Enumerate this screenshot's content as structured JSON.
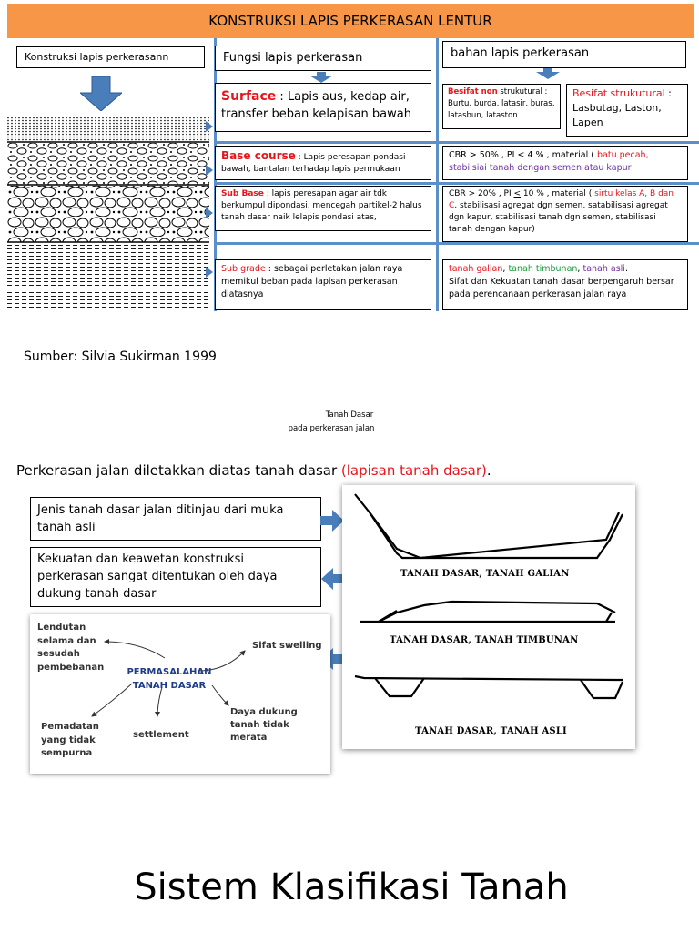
{
  "header": {
    "title": "KONSTRUKSI  LAPIS PERKERASAN LENTUR"
  },
  "columns": {
    "col1": "Konstruksi lapis perkerasann",
    "col2": "Fungsi lapis perkerasan",
    "col3": "bahan lapis perkerasan"
  },
  "surface": {
    "term": "Surface",
    "desc": " : Lapis aus, kedap air, transfer beban kelapisan bawah",
    "nonstruct_term": "Besifat non",
    "nonstruct_rest": " strukutural : Burtu, burda, latasir, buras, latasbun, lataston",
    "struct_term": "Besifat strukutural",
    "struct_rest": " : Lasbutag, Laston, Lapen"
  },
  "base": {
    "term": "Base course",
    "desc": " : Lapis peresapan pondasi bawah,  bantalan terhadap  lapis permukaan",
    "mat_black": "CBR > 50% , PI < 4 % ,  material ( ",
    "mat_red": "batu pecah,",
    "mat_purple": "stabilsiai tanah dengan semen atau kapur"
  },
  "subbase": {
    "term": "Sub Base",
    "desc": "  :  lapis peresapan agar air tdk berkumpul dipondasi, mencegah partikel-2 halus tanah  dasar naik lelapis pondasi atas,",
    "mat_a": "CBR > 20% , PI ",
    "mat_le": "<",
    "mat_b": " 10 % ,  material ( ",
    "mat_red": "sirtu kelas A, B dan C",
    "mat_rest": ",  stabilisasi  agregat dgn semen, satabilisasi agregat dgn kapur, stabilisasi tanah dgn semen, stabilisasi tanah dengan kapur)"
  },
  "subgrade": {
    "term": "Sub grade",
    "desc": " : sebagai perletakan jalan raya memikul beban pada lapisan perkerasan diatasnya",
    "mat_red": "tanah galian",
    "mat_sep1": ", ",
    "mat_green": "tanah timbunan",
    "mat_sep2": ", ",
    "mat_purple": "tanah  asli",
    "mat_dot": ".",
    "mat_rest": "Sifat dan Kekuatan tanah dasar berpengaruh bersar  pada perencanaan perkerasan  jalan raya"
  },
  "source": "Sumber: Silvia Sukirman 1999",
  "caption": {
    "line1": "Tanah Dasar",
    "line2": "pada perkerasan jalan"
  },
  "intro": {
    "text": "Perkerasan jalan diletakkan diatas tanah dasar ",
    "highlight": "(lapisan tanah dasar)",
    "end": "."
  },
  "info_boxes": {
    "box1": "Jenis tanah dasar jalan ditinjau dari muka tanah asli",
    "box2": "Kekuatan dan keawetan konstruksi perkerasan sangat ditentukan oleh daya dukung tanah dasar"
  },
  "mindmap": {
    "center_line1": "PERMASALAHAN",
    "center_line2": "TANAH DASAR",
    "n1": "Lendutan selama dan sesudah pembebanan",
    "n2": "Sifat swelling",
    "n3": "Daya dukung tanah tidak merata",
    "n4": "settlement",
    "n5": "Pemadatan yang tidak sempurna"
  },
  "cross_sections": {
    "galian": "TANAH DASAR, TANAH GALIAN",
    "timbunan": "TANAH DASAR, TANAH TIMBUNAN",
    "asli": "TANAH DASAR, TANAH ASLI"
  },
  "footer_title": "Sistem Klasifikasi Tanah",
  "colors": {
    "header_bg": "#f79646",
    "divider": "#5b8fc9",
    "arrow": "#4a7ebb",
    "red": "#e8141c",
    "green": "#1a9a3a",
    "purple": "#7030a0",
    "navy": "#1f3c88"
  }
}
